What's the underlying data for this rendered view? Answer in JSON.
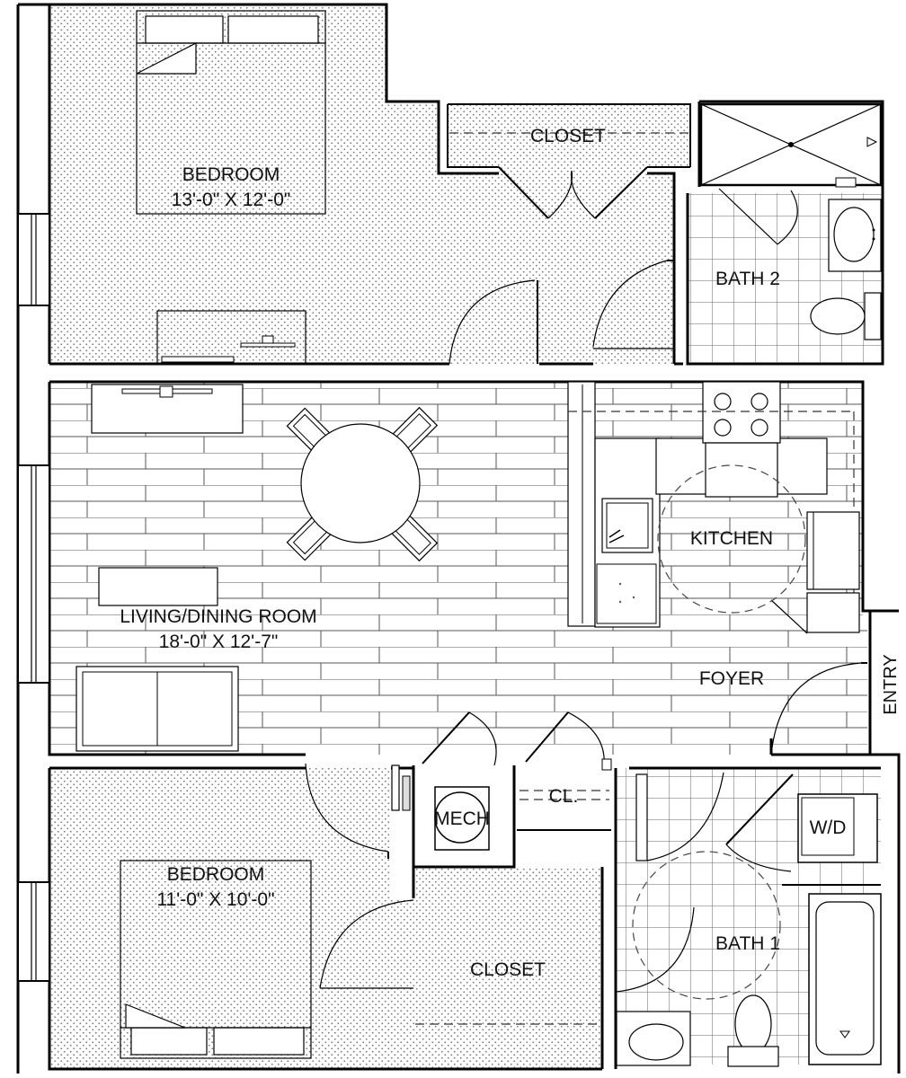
{
  "rooms": {
    "bedroom_top": {
      "name": "BEDROOM",
      "dims": "13'-0\" X 12'-0\""
    },
    "closet_top": {
      "name": "CLOSET"
    },
    "bath2": {
      "name": "BATH 2"
    },
    "kitchen": {
      "name": "KITCHEN"
    },
    "living": {
      "name": "LIVING/DINING ROOM",
      "dims": "18'-0\" X 12'-7\""
    },
    "foyer": {
      "name": "FOYER"
    },
    "entry": {
      "name": "ENTRY"
    },
    "mech": {
      "name": "MECH"
    },
    "cl": {
      "name": "CL."
    },
    "wd": {
      "name": "W/D"
    },
    "bedroom_bottom": {
      "name": "BEDROOM",
      "dims": "11'-0\" X 10'-0\""
    },
    "closet_bottom": {
      "name": "CLOSET"
    },
    "bath1": {
      "name": "BATH 1"
    }
  }
}
